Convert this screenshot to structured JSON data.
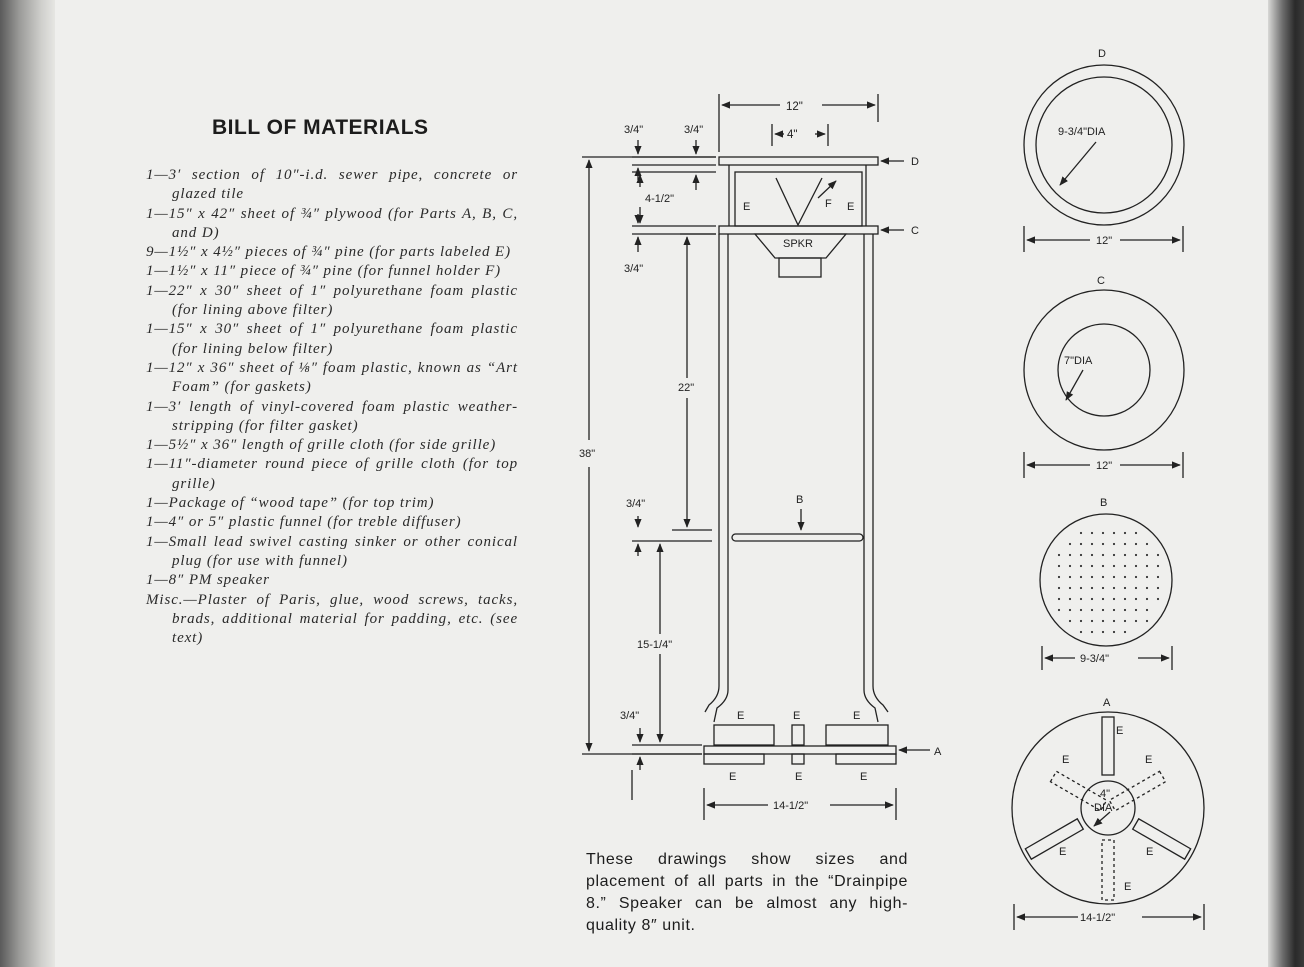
{
  "heading": "BILL OF MATERIALS",
  "materials": [
    "1—3′ section of 10″-i.d. sewer pipe, concrete or glazed tile",
    "1—15″ x 42″ sheet of ¾″ plywood (for Parts A, B, C, and D)",
    "9—1½″ x 4½″ pieces of ¾″ pine (for parts labeled E)",
    "1—1½″ x 11″ piece of ¾″ pine (for funnel holder F)",
    "1—22″ x 30″ sheet of 1″ polyurethane foam plastic (for lining above filter)",
    "1—15″ x 30″ sheet of 1″ polyurethane foam plastic (for lining below filter)",
    "1—12″ x 36″ sheet of ⅛″ foam plastic, known as “Art Foam” (for gaskets)",
    "1—3′ length of vinyl-covered foam plastic weather-stripping (for filter gasket)",
    "1—5½″ x 36″ length of grille cloth (for side grille)",
    "1—11″-diameter round piece of grille cloth (for top grille)",
    "1—Package of “wood tape” (for top trim)",
    "1—4″ or 5″ plastic funnel (for treble diffuser)",
    "1—Small lead swivel casting sinker or other conical plug (for use with funnel)",
    "1—8″ PM speaker",
    "Misc.—Plaster of Paris, glue, wood screws, tacks, brads, additional material for padding, etc. (see text)"
  ],
  "caption": "These drawings show sizes and placement of all parts in the “Drainpipe 8.” Speaker can be almost any high-quality 8″ unit.",
  "elevation": {
    "top_width": "12\"",
    "funnel_width": "4\"",
    "top_thickness_left": "3/4\"",
    "top_thickness_right": "3/4\"",
    "top_section_height": "4-1/2\"",
    "shelf_thickness": "3/4\"",
    "upper_chamber_height": "22\"",
    "overall_height": "38\"",
    "filter_thickness": "3/4\"",
    "lower_chamber_height": "15-1/4\"",
    "base_thickness": "3/4\"",
    "base_width": "14-1/2\"",
    "speaker_label": "SPKR",
    "part_d": "D",
    "part_c": "C",
    "part_b": "B",
    "part_a": "A",
    "part_e": "E",
    "part_f": "F"
  },
  "parts": {
    "d": {
      "label": "D",
      "inner_dia": "9-3/4\"DIA",
      "width": "12\""
    },
    "c": {
      "label": "C",
      "inner_dia": "7\"DIA",
      "width": "12\""
    },
    "b": {
      "label": "B",
      "width": "9-3/4\""
    },
    "a": {
      "label": "A",
      "center": "4\"",
      "center_sub": "DIA",
      "width": "14-1/2\"",
      "spoke": "E"
    }
  }
}
